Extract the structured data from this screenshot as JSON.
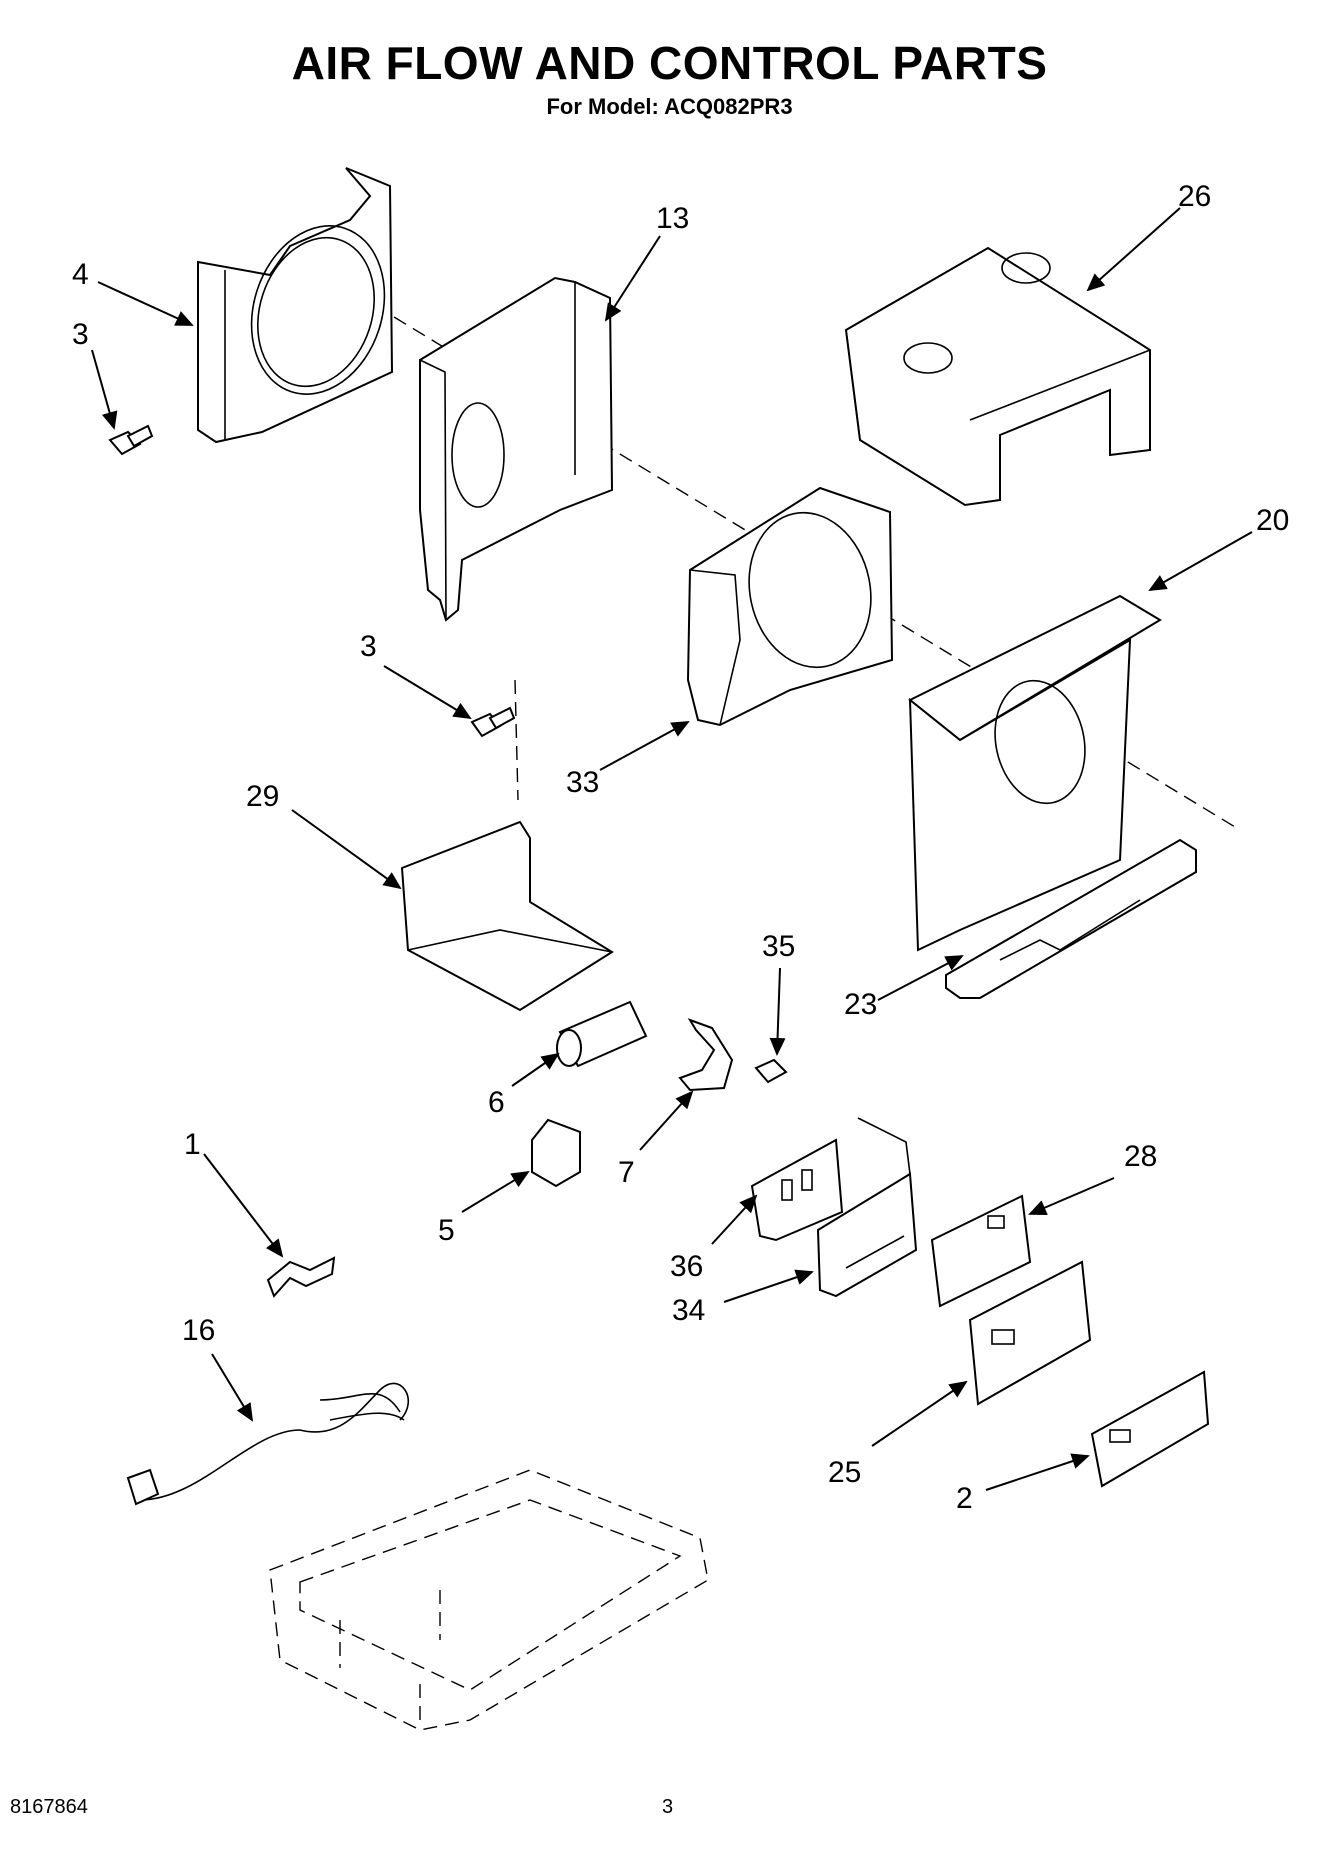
{
  "header": {
    "title": "AIR FLOW AND CONTROL PARTS",
    "subtitle": "For Model: ACQ082PR3"
  },
  "callouts": {
    "p4": "4",
    "p3a": "3",
    "p13": "13",
    "p26": "26",
    "p20": "20",
    "p33": "33",
    "p3b": "3",
    "p29": "29",
    "p35": "35",
    "p23": "23",
    "p6": "6",
    "p7": "7",
    "p1": "1",
    "p5": "5",
    "p28": "28",
    "p36": "36",
    "p34": "34",
    "p16": "16",
    "p25": "25",
    "p2": "2"
  },
  "footer": {
    "doc_number": "8167864",
    "page_number": "3"
  }
}
